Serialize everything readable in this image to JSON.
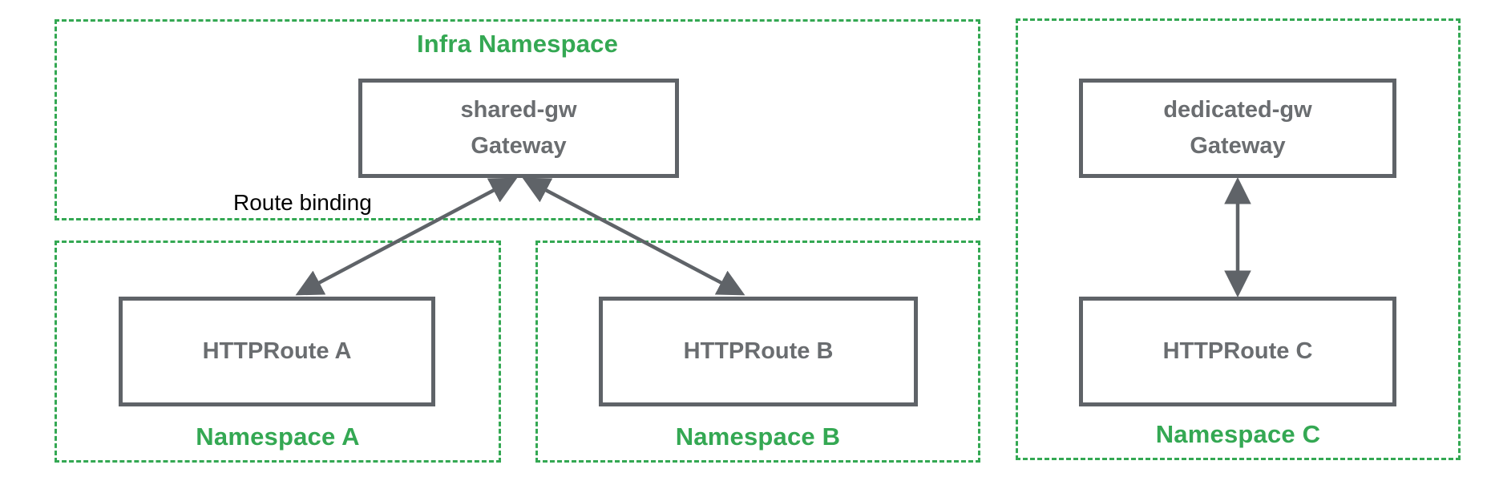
{
  "diagram": {
    "type": "kubernetes-gateway-route-binding",
    "colors": {
      "namespace_dash_green": "#34a853",
      "node_border_gray": "#5f6368",
      "node_text_gray": "#6a6d70",
      "edge_label_black": "#000000",
      "background": "#ffffff"
    },
    "namespaces": [
      {
        "id": "infra",
        "label": "Infra Namespace",
        "label_position": "top"
      },
      {
        "id": "a",
        "label": "Namespace A",
        "label_position": "bottom"
      },
      {
        "id": "b",
        "label": "Namespace B",
        "label_position": "bottom"
      },
      {
        "id": "c",
        "label": "Namespace C",
        "label_position": "bottom"
      }
    ],
    "nodes": [
      {
        "id": "shared-gw",
        "line1": "shared-gw",
        "line2": "Gateway",
        "namespace": "infra"
      },
      {
        "id": "dedicated-gw",
        "line1": "dedicated-gw",
        "line2": "Gateway",
        "namespace": "c"
      },
      {
        "id": "route-a",
        "line1": "HTTPRoute A",
        "namespace": "a"
      },
      {
        "id": "route-b",
        "line1": "HTTPRoute B",
        "namespace": "b"
      },
      {
        "id": "route-c",
        "line1": "HTTPRoute C",
        "namespace": "c"
      }
    ],
    "edges": [
      {
        "id": "route-a-shared-gw",
        "from": "HTTPRoute A",
        "to": "shared-gw Gateway",
        "style": "double-arrow"
      },
      {
        "id": "route-b-shared-gw",
        "from": "HTTPRoute B",
        "to": "shared-gw Gateway",
        "style": "double-arrow"
      },
      {
        "id": "route-c-dedicated",
        "from": "HTTPRoute C",
        "to": "dedicated-gw Gateway",
        "style": "double-arrow"
      }
    ],
    "edge_label": "Route binding"
  }
}
